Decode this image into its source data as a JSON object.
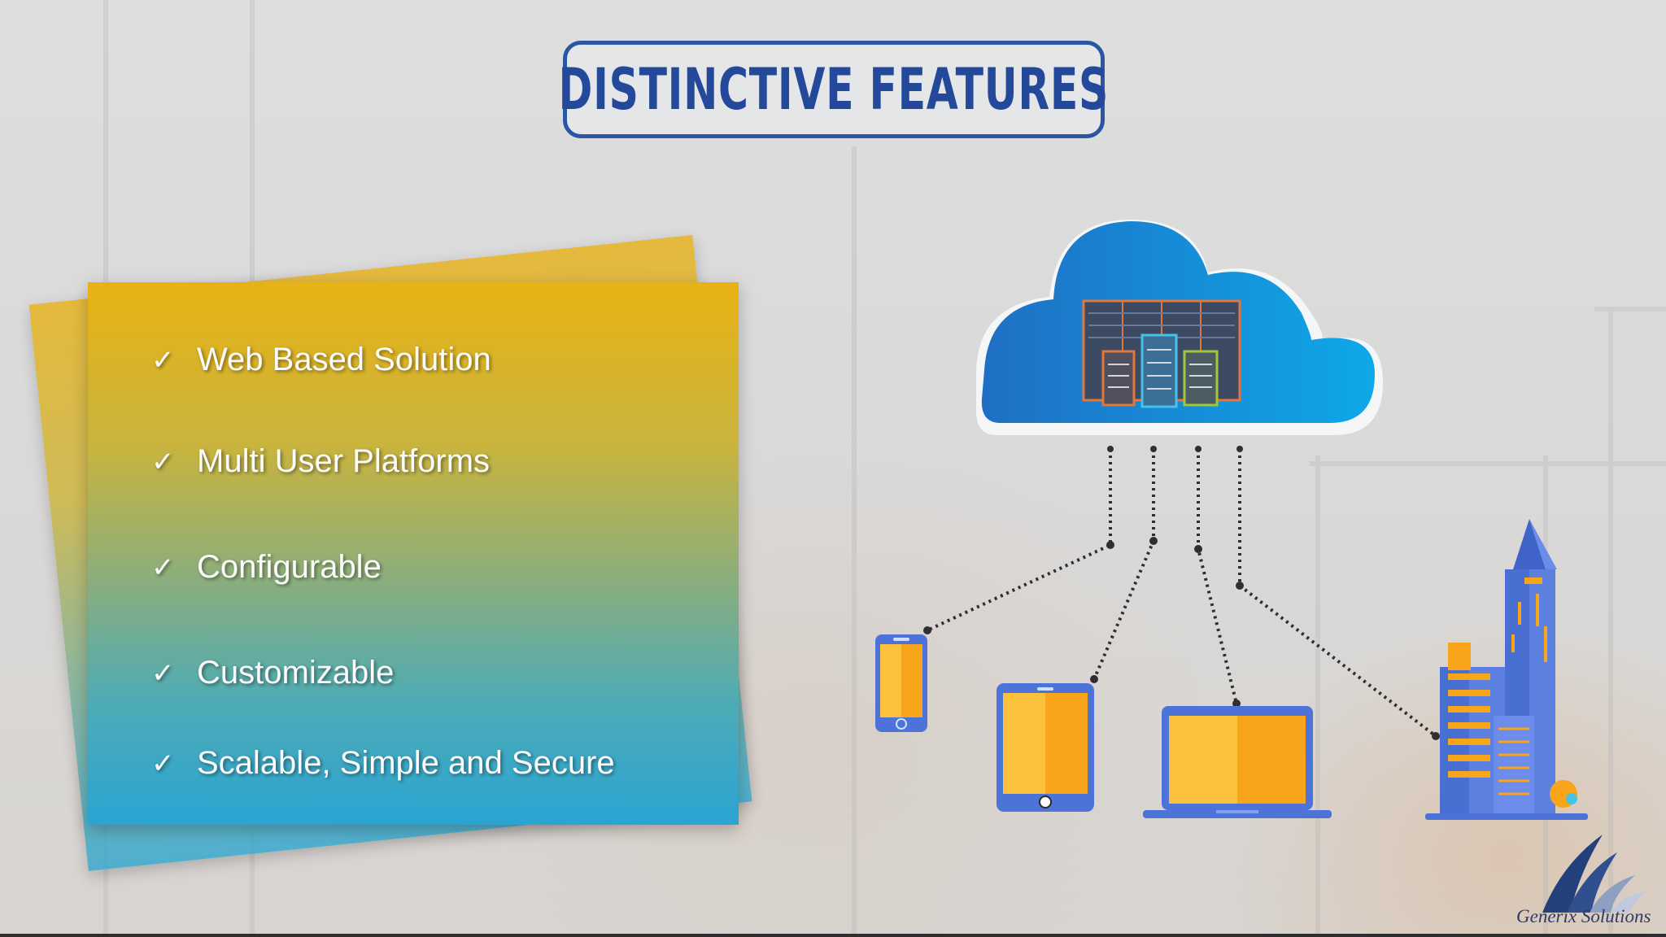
{
  "title": "DISTINCTIVE FEATURES",
  "features": [
    "Web Based Solution",
    "Multi User Platforms",
    "Configurable",
    "Customizable",
    "Scalable, Simple and Secure"
  ],
  "check_symbol": "✓",
  "logo": {
    "text": "Generix Solutions",
    "icon": "generix-mountain-logo"
  },
  "illustration": {
    "cloud_icon": "cloud-server-icon",
    "devices": [
      "smartphone-icon",
      "tablet-icon",
      "laptop-icon",
      "city-buildings-icon"
    ]
  },
  "colors": {
    "title_blue": "#24499a",
    "card_top": "#e8b214",
    "card_bottom": "#2aa4d3",
    "device_orange": "#f9a51c",
    "device_blue": "#4d72d8",
    "cloud_blue": "#1a84d8"
  }
}
